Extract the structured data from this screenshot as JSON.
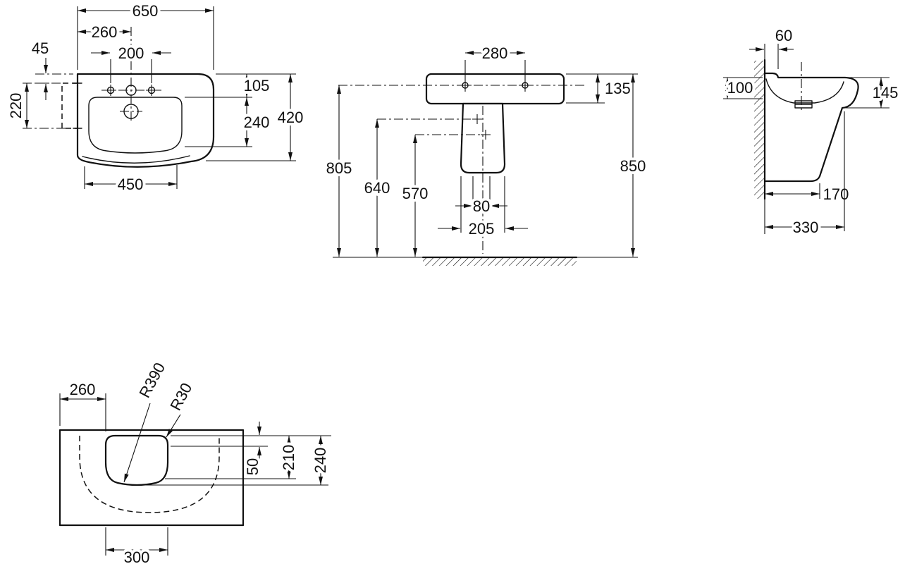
{
  "drawing": {
    "subject": "wall-hung washbasin dimension drawing",
    "colors": {
      "line": "#111111",
      "countertop_fill": "#ececec",
      "background": "#ffffff"
    },
    "views": {
      "plan": {
        "w650": "650",
        "w260": "260",
        "w200": "200",
        "h45": "45",
        "h220": "220",
        "h105": "105",
        "h240": "240",
        "h420": "420",
        "w450": "450"
      },
      "front": {
        "w280": "280",
        "h135": "135",
        "h805": "805",
        "h640": "640",
        "h570": "570",
        "w80": "80",
        "w205": "205",
        "h850": "850"
      },
      "side": {
        "w60": "60",
        "h100": "100",
        "h145": "145",
        "d170": "170",
        "d330": "330"
      },
      "countertop": {
        "w260": "260",
        "r390": "R390",
        "r30": "R30",
        "h50": "50",
        "h210": "210",
        "h240": "240",
        "w300": "300"
      }
    }
  }
}
